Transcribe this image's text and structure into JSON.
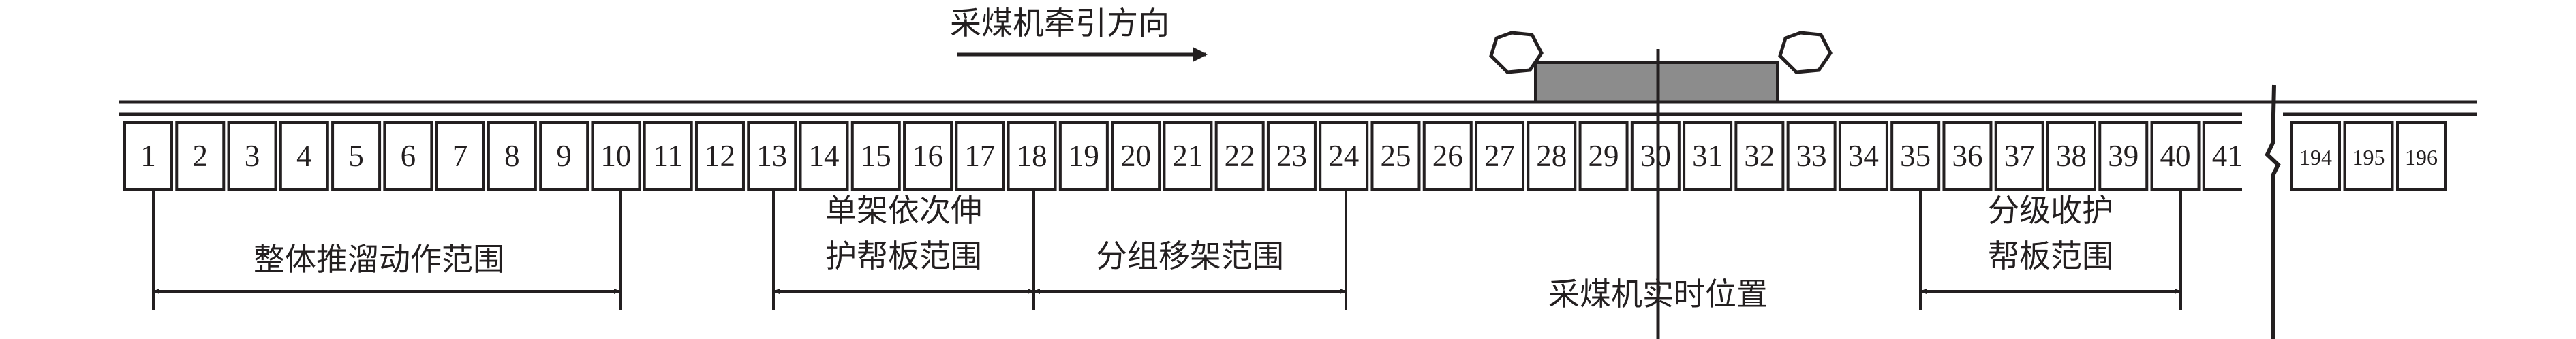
{
  "direction_label": "采煤机牵引方向",
  "support_numbers": [
    "1",
    "2",
    "3",
    "4",
    "5",
    "6",
    "7",
    "8",
    "9",
    "10",
    "11",
    "12",
    "13",
    "14",
    "15",
    "16",
    "17",
    "18",
    "19",
    "20",
    "21",
    "22",
    "23",
    "24",
    "25",
    "26",
    "27",
    "28",
    "29",
    "30",
    "31",
    "32",
    "33",
    "34",
    "35",
    "36",
    "37",
    "38",
    "39",
    "40",
    "41"
  ],
  "tail_numbers": [
    "194",
    "195",
    "196"
  ],
  "ranges": {
    "whole_push": "整体推溜动作范围",
    "single_seq_line1": "单架依次伸",
    "single_seq_line2": "护帮板范围",
    "group_move": "分组移架范围",
    "shearer_position": "采煤机实时位置",
    "graded_line1": "分级收护",
    "graded_line2": "帮板范围"
  },
  "colors": {
    "line": "#231f20",
    "shearer_body": "#8c8c8c",
    "background": "#ffffff"
  }
}
